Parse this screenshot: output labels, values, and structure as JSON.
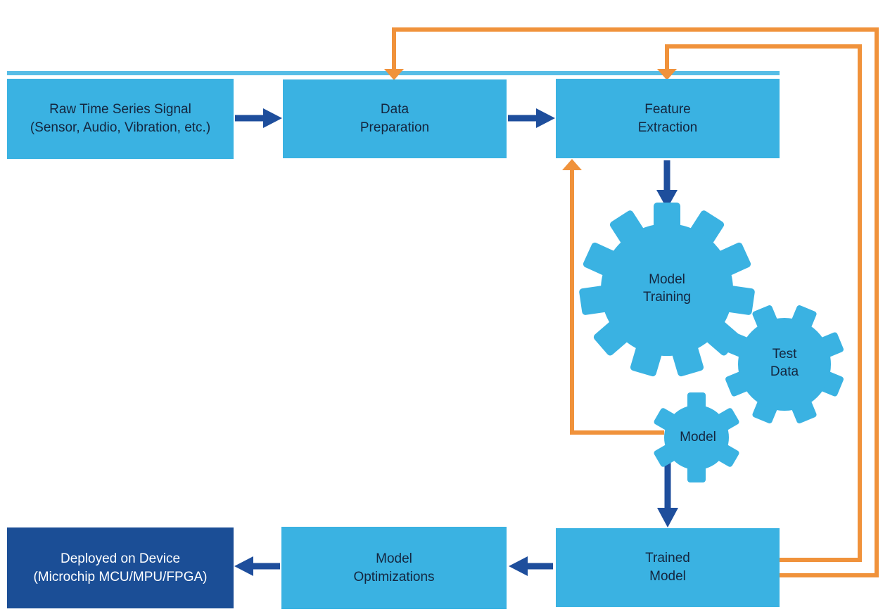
{
  "nodes": {
    "raw_signal": {
      "line1": "Raw Time Series Signal",
      "line2": "(Sensor, Audio, Vibration, etc.)"
    },
    "data_preparation": {
      "line1": "Data",
      "line2": "Preparation"
    },
    "feature_extraction": {
      "line1": "Feature",
      "line2": "Extraction"
    },
    "trained_model": {
      "line1": "Trained",
      "line2": "Model"
    },
    "model_optimizations": {
      "line1": "Model",
      "line2": "Optimizations"
    },
    "deployed": {
      "line1": "Deployed on Device",
      "line2": "(Microchip MCU/MPU/FPGA)"
    }
  },
  "gears": {
    "model_training": {
      "line1": "Model",
      "line2": "Training"
    },
    "test_data": {
      "line1": "Test",
      "line2": "Data"
    },
    "model": {
      "label": "Model"
    }
  },
  "edges": [
    {
      "from": "Raw Time Series Signal",
      "to": "Data Preparation",
      "style": "solid-navy"
    },
    {
      "from": "Data Preparation",
      "to": "Feature Extraction",
      "style": "solid-navy"
    },
    {
      "from": "Feature Extraction",
      "to": "Model Training",
      "style": "solid-navy"
    },
    {
      "from": "Model",
      "to": "Trained Model",
      "style": "solid-navy"
    },
    {
      "from": "Trained Model",
      "to": "Model Optimizations",
      "style": "solid-navy"
    },
    {
      "from": "Model Optimizations",
      "to": "Deployed on Device",
      "style": "solid-navy"
    },
    {
      "from": "Trained Model",
      "to": "Data Preparation",
      "style": "feedback-orange"
    },
    {
      "from": "Trained Model",
      "to": "Feature Extraction",
      "style": "feedback-orange"
    },
    {
      "from": "Model",
      "to": "Feature Extraction",
      "style": "feedback-orange"
    }
  ],
  "colors": {
    "box_fill": "#3AB2E2",
    "dark_box_fill": "#1B4E96",
    "flow_arrow": "#1E4E9C",
    "feedback_arrow": "#F0923B",
    "box_text": "#14263F",
    "dark_box_text": "#FFFFFF"
  }
}
